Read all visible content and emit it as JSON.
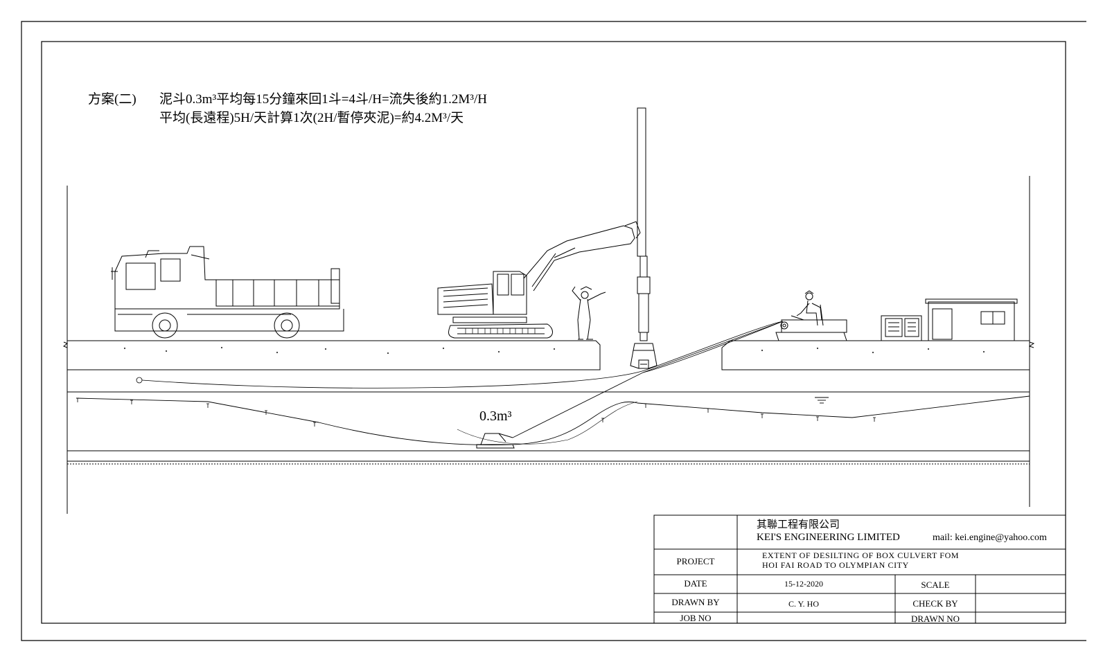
{
  "notes": {
    "line1_label": "方案(二)",
    "line1_text": "泥斗0.3m³平均每15分鐘來回1斗=4斗/H=流失後約1.2M³/H",
    "line2_text": "平均(長遠程)5H/天計算1次(2H/暫停夾泥)=約4.2M³/天"
  },
  "bucket_label": "0.3m³",
  "title_block": {
    "company_cn": "其聯工程有限公司",
    "company_en": "KEI'S ENGINEERING LIMITED",
    "email": "mail: kei.engine@yahoo.com",
    "project_label": "PROJECT",
    "project_line1": "EXTENT OF DESILTING OF BOX CULVERT FOM",
    "project_line2": "HOI FAI ROAD TO OLYMPIAN CITY",
    "date_label": "DATE",
    "date_value": "15-12-2020",
    "scale_label": "SCALE",
    "scale_value": "",
    "drawn_by_label": "DRAWN BY",
    "drawn_by_value": "C. Y. HO",
    "check_by_label": "CHECK BY",
    "check_by_value": "",
    "job_no_label": "JOB NO",
    "job_no_value": "",
    "drawn_no_label": "DRAWN NO",
    "drawn_no_value": ""
  },
  "icons": [
    "dump-truck-icon",
    "excavator-icon",
    "signalman-icon",
    "clamshell-grab-icon",
    "winch-operator-icon",
    "generator-icon",
    "site-office-icon",
    "water-level-icon"
  ]
}
